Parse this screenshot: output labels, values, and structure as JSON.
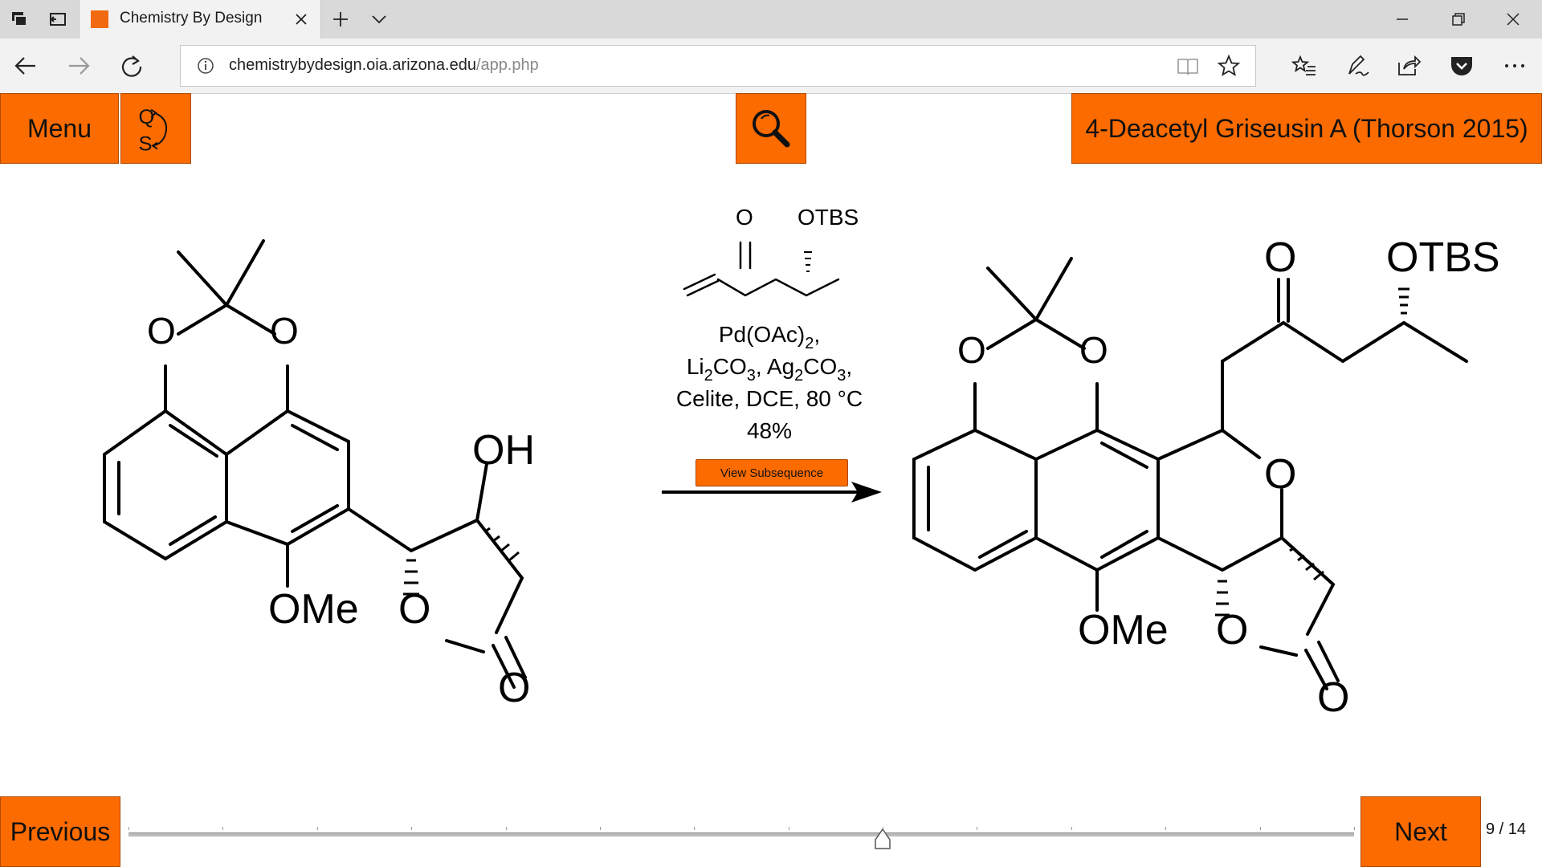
{
  "browser": {
    "tab_title": "Chemistry By Design",
    "url_host": "chemistrybydesign.oia.arizona.edu",
    "url_path": "/app.php"
  },
  "app": {
    "menu_label": "Menu",
    "qs_top": "Q",
    "qs_bottom": "S",
    "synthesis_title": "4-Deacetyl Griseusin A (Thorson 2015)",
    "previous_label": "Previous",
    "next_label": "Next",
    "page_counter": "9 / 14",
    "slider": {
      "current": 9,
      "total": 14
    }
  },
  "reaction": {
    "reagent_line1": "Pd(OAc)",
    "reagent_line1_sub": "2",
    "reagent_line1_tail": ",",
    "reagent_line2_a": "Li",
    "reagent_line2_a_sub": "2",
    "reagent_line2_b": "CO",
    "reagent_line2_b_sub": "3",
    "reagent_line2_c": ", Ag",
    "reagent_line2_c_sub": "2",
    "reagent_line2_d": "CO",
    "reagent_line2_d_sub": "3",
    "reagent_line2_e": ",",
    "conditions": "Celite, DCE, 80 °C",
    "yield": "48%",
    "view_subsequence": "View Subsequence"
  },
  "molecules": {
    "reagent_O": "O",
    "reagent_OTBS": "OTBS",
    "sm_O1": "O",
    "sm_O2": "O",
    "sm_OH": "OH",
    "sm_OMe": "OMe",
    "sm_Oring": "O",
    "sm_Ocarbonyl": "O",
    "pr_O1": "O",
    "pr_O2": "O",
    "pr_Oketone": "O",
    "pr_OTBS": "OTBS",
    "pr_Opyran": "O",
    "pr_OMe": "OMe",
    "pr_Oring": "O",
    "pr_Ocarbonyl": "O"
  },
  "colors": {
    "accent": "#fc6b00",
    "chrome": "#d9d9d9",
    "toolbar": "#f2f2f2"
  }
}
